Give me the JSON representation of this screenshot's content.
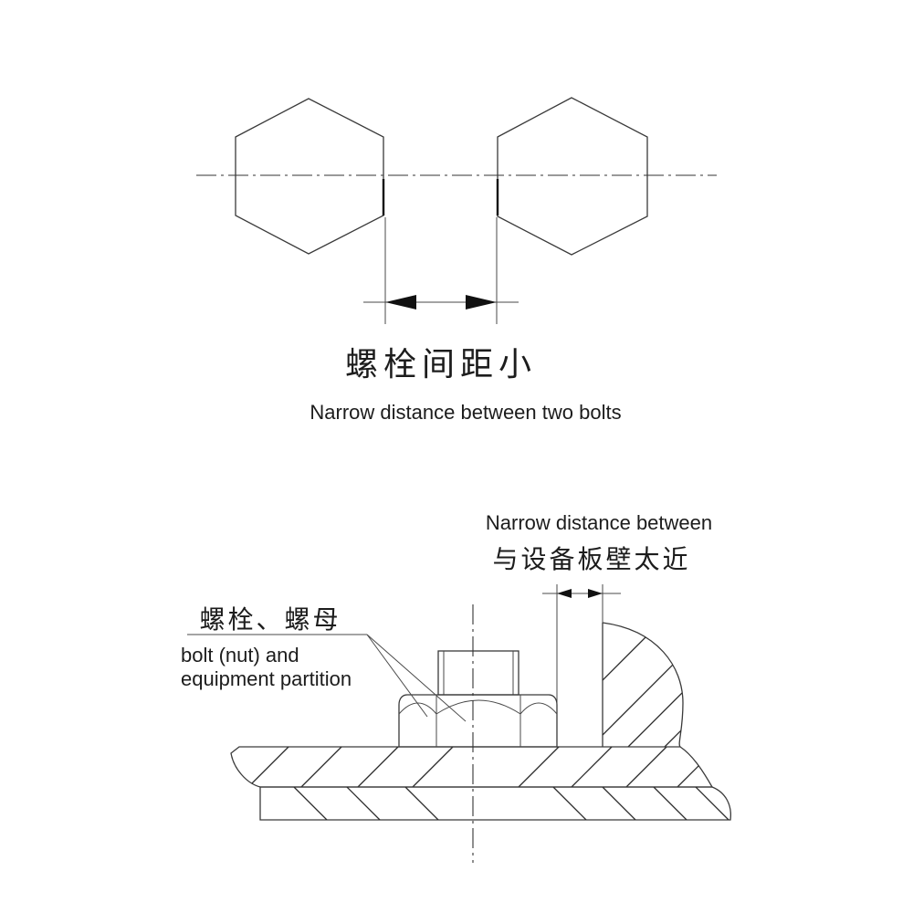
{
  "top_figure": {
    "caption_cn": "螺栓间距小",
    "caption_en": "Narrow distance between two bolts"
  },
  "bottom_figure": {
    "label_en_top": "Narrow distance between",
    "label_cn_top": "与设备板壁太近",
    "label_cn_left": "螺栓、螺母",
    "label_en_left_line1": "bolt (nut) and",
    "label_en_left_line2": "equipment partition"
  }
}
